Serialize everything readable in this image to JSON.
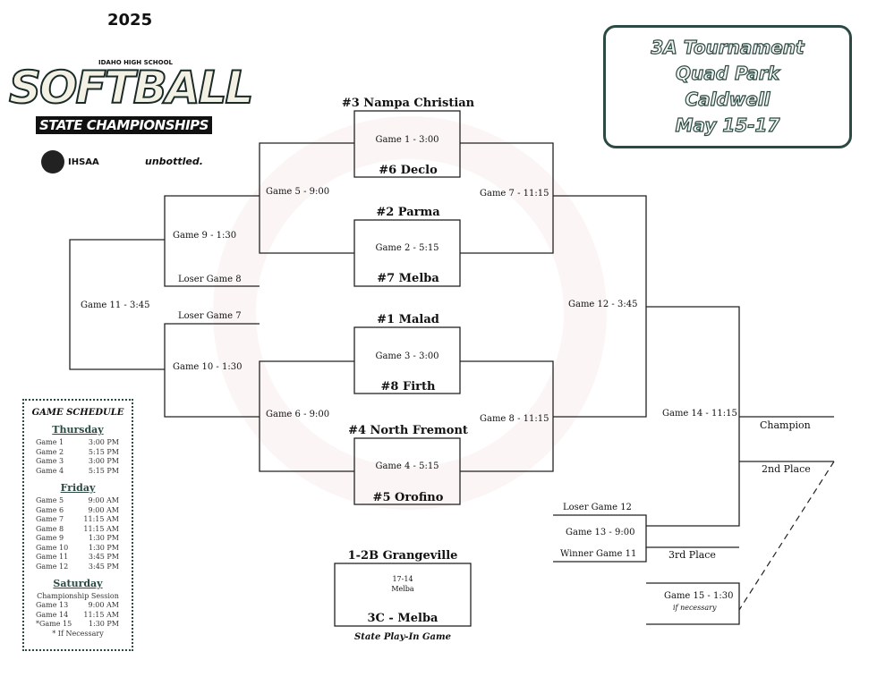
{
  "logo": {
    "year": "2025",
    "subtitle": "IDAHO HIGH SCHOOL",
    "main": "SOFTBALL",
    "banner": "STATE CHAMPIONSHIPS",
    "sponsor1": "IHSAA",
    "sponsor2": "unbottled."
  },
  "title": {
    "line1": "3A Tournament",
    "line2": "Quad Park",
    "line3": "Caldwell",
    "line4": "May 15-17"
  },
  "teams": {
    "t1": "#3 Nampa Christian",
    "t2": "#6 Declo",
    "t3": "#2 Parma",
    "t4": "#7 Melba",
    "t5": "#1 Malad",
    "t6": "#8 Firth",
    "t7": "#4 North Fremont",
    "t8": "#5 Orofino"
  },
  "games": {
    "g1": "Game 1 - 3:00",
    "g2": "Game 2 - 5:15",
    "g3": "Game 3 - 3:00",
    "g4": "Game 4 - 5:15",
    "g5": "Game 5 - 9:00",
    "g6": "Game 6 - 9:00",
    "g7": "Game 7 - 11:15",
    "g8": "Game 8 - 11:15",
    "g9": "Game 9 - 1:30",
    "g10": "Game 10 - 1:30",
    "g11": "Game 11 - 3:45",
    "g12": "Game 12 - 3:45",
    "g13": "Game 13 - 9:00",
    "g14": "Game 14 - 11:15",
    "g15": "Game 15 - 1:30",
    "g15_note": "if necessary"
  },
  "labels": {
    "loser8": "Loser Game 8",
    "loser7": "Loser Game 7",
    "loser12": "Loser Game 12",
    "winner11": "Winner Game 11",
    "champion": "Champion",
    "second": "2nd Place",
    "third": "3rd Place"
  },
  "playin": {
    "top": "1-2B Grangeville",
    "score": "17-14",
    "winner": "Melba",
    "bottom": "3C - Melba",
    "caption": "State Play-In Game"
  },
  "schedule": {
    "heading": "GAME SCHEDULE",
    "thursday": "Thursday",
    "thu": [
      [
        "Game 1",
        "3:00 PM"
      ],
      [
        "Game 2",
        "5:15 PM"
      ],
      [
        "Game 3",
        "3:00 PM"
      ],
      [
        "Game 4",
        "5:15 PM"
      ]
    ],
    "friday": "Friday",
    "fri": [
      [
        "Game 5",
        "9:00 AM"
      ],
      [
        "Game 6",
        "9:00 AM"
      ],
      [
        "Game 7",
        "11:15 AM"
      ],
      [
        "Game 8",
        "11:15 AM"
      ],
      [
        "Game 9",
        "1:30 PM"
      ],
      [
        "Game 10",
        "1:30 PM"
      ],
      [
        "Game 11",
        "3:45 PM"
      ],
      [
        "Game 12",
        "3:45 PM"
      ]
    ],
    "saturday": "Saturday",
    "session": "Championship Session",
    "sat": [
      [
        "Game 13",
        "9:00 AM"
      ],
      [
        "Game 14",
        "11:15 AM"
      ],
      [
        "*Game 15",
        "1:30 PM"
      ]
    ],
    "footnote": "* If Necessary"
  },
  "colors": {
    "accent": "#2c4a44",
    "line": "#222222"
  }
}
